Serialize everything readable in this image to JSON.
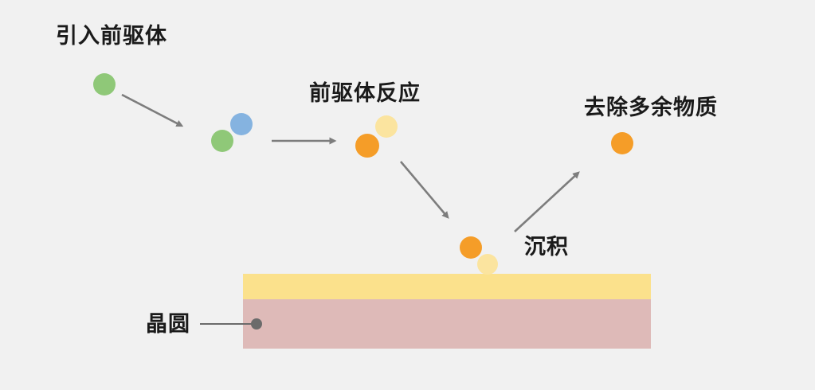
{
  "diagram": {
    "labels": {
      "introduce_precursor": "引入前驱体",
      "precursor_reaction": "前驱体反应",
      "remove_excess": "去除多余物质",
      "deposition": "沉积",
      "wafer": "晶圆"
    },
    "colors": {
      "background": "#f1f1f1",
      "text": "#1a1a1a",
      "green_molecule": "#8fc878",
      "blue_molecule": "#85b3e0",
      "orange_molecule": "#f59d28",
      "pale_yellow_molecule": "#fbe49f",
      "film_layer": "#fbe18c",
      "wafer_substrate": "#debab8",
      "arrow": "#7d7d7d",
      "leader_dot": "#6b6b6b"
    }
  }
}
